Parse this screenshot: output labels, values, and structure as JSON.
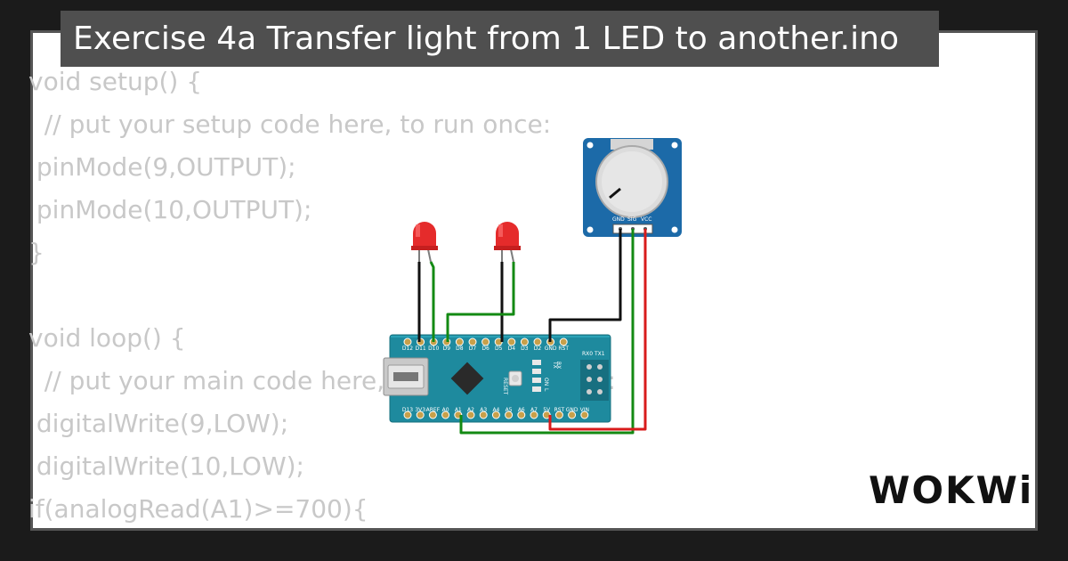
{
  "title": "Exercise 4a Transfer light from 1 LED to another.ino",
  "code_lines": [
    "void setup() {",
    "  // put your setup code here, to run once:",
    " pinMode(9,OUTPUT);",
    " pinMode(10,OUTPUT);",
    "}",
    "",
    "void loop() {",
    "  // put your main code here, to run repeatedly:",
    " digitalWrite(9,LOW);",
    " digitalWrite(10,LOW);",
    "if(analogRead(A1)>=700){"
  ],
  "board": {
    "top_pins": [
      "D12",
      "D11",
      "D10",
      "D9",
      "D8",
      "D7",
      "D6",
      "D5",
      "D4",
      "D3",
      "D2",
      "GND",
      "RST"
    ],
    "top_right_labels": [
      "RX0",
      "TX1"
    ],
    "bottom_pins": [
      "D13",
      "3V3",
      "AREF",
      "A0",
      "A1",
      "A2",
      "A3",
      "A4",
      "A5",
      "A6",
      "A7",
      "5V",
      "RST",
      "GND",
      "VIN"
    ],
    "reset_label": "RESET",
    "led_labels": [
      "TX",
      "RX",
      "ON",
      "L"
    ]
  },
  "potentiometer": {
    "pins": [
      "GND",
      "SIG",
      "VCC"
    ]
  },
  "logo": "WOKWi",
  "colors": {
    "background": "#1b1b1b",
    "card": "#ffffff",
    "title_bar": "#4f4f4f",
    "code_text": "#c8c8c8",
    "board": "#1e8a9e",
    "led": "#e52b2b",
    "pot_body": "#1c6aa8",
    "wire_black": "#111111",
    "wire_green": "#138a13",
    "wire_red": "#d81b1b"
  }
}
